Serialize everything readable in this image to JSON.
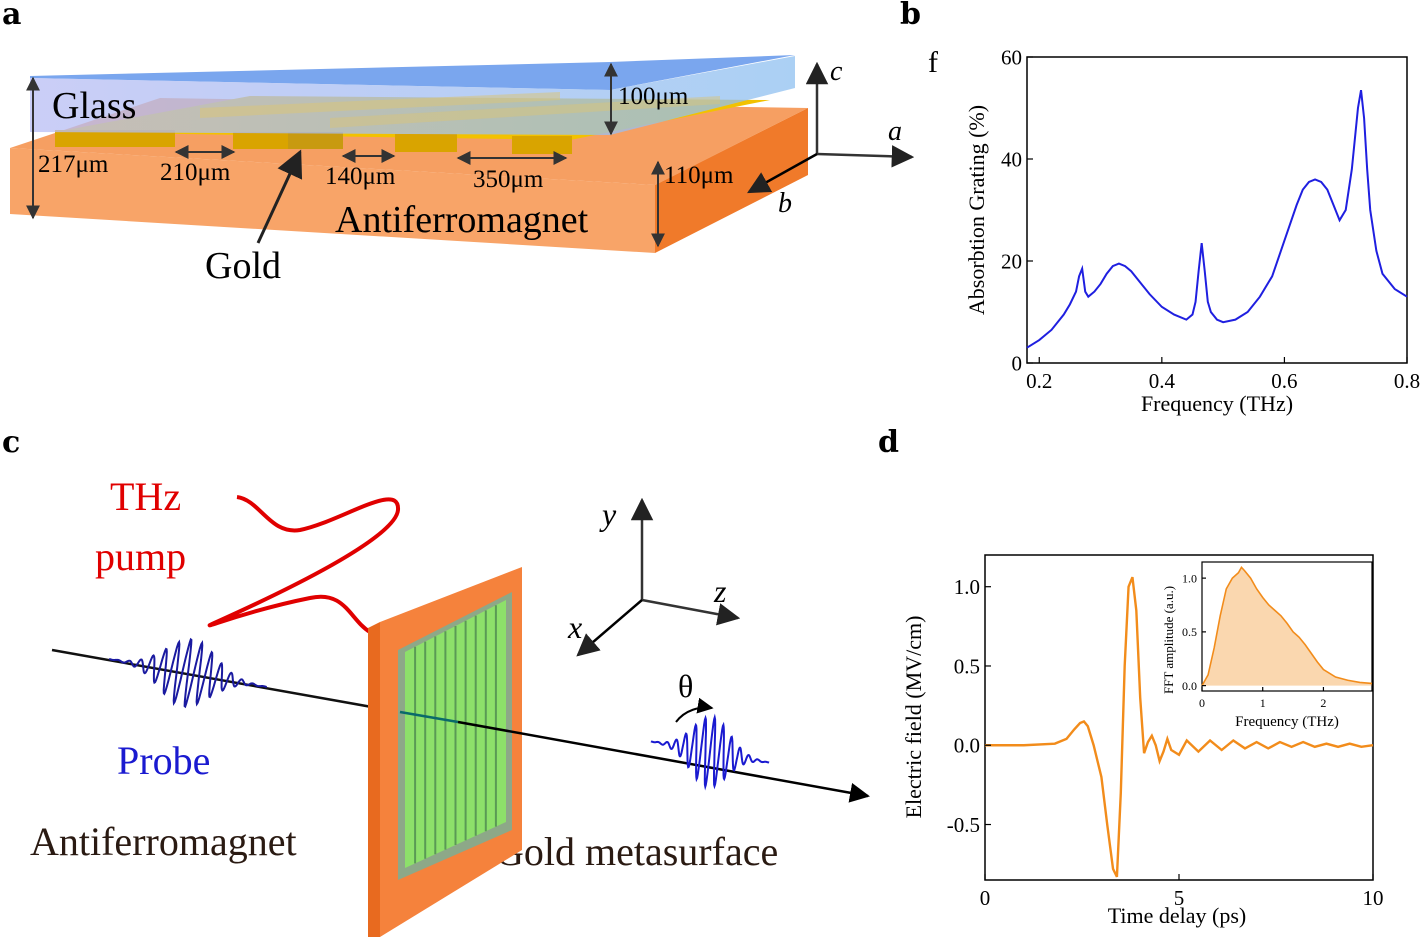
{
  "panels": {
    "a": "a",
    "b": "b",
    "c": "c",
    "d": "d"
  },
  "panel_a": {
    "glass": "Glass",
    "gold": "Gold",
    "antiferromagnet": "Antiferromagnet",
    "dim_glass": "100μm",
    "dim_total": "217μm",
    "dim_gap1": "210μm",
    "dim_strip": "140μm",
    "dim_period": "350μm",
    "dim_afm": "110μm",
    "axis_a": "a",
    "axis_b": "b",
    "axis_c": "c",
    "colors": {
      "glass": "#a9b8f0",
      "gold": "#f2c200",
      "afm": "#f79a55"
    }
  },
  "panel_c": {
    "thz_line1": "THz",
    "thz_line2": "pump",
    "probe": "Probe",
    "antiferromagnet": "Antiferromagnet",
    "gold_metasurface": "Gold metasurface",
    "theta": "θ",
    "axis_x": "x",
    "axis_y": "y",
    "axis_z": "z",
    "colors": {
      "pump": "#e00000",
      "probe": "#1a1ad0",
      "frame": "#f5823c",
      "grating": "#8de06a"
    }
  },
  "chart_data": [
    {
      "type": "line",
      "label": "f",
      "xlabel": "Frequency (THz)",
      "ylabel": "Absorbtion Grating (%)",
      "xlim": [
        0.18,
        0.8
      ],
      "ylim": [
        0,
        60
      ],
      "xticks": [
        "0.2",
        "0.4",
        "0.6",
        "0.8"
      ],
      "yticks": [
        "0",
        "20",
        "40",
        "60"
      ],
      "color": "#1f1fe0",
      "x": [
        0.18,
        0.2,
        0.22,
        0.24,
        0.25,
        0.26,
        0.265,
        0.27,
        0.275,
        0.28,
        0.29,
        0.3,
        0.31,
        0.32,
        0.33,
        0.34,
        0.35,
        0.36,
        0.37,
        0.38,
        0.4,
        0.42,
        0.44,
        0.45,
        0.455,
        0.46,
        0.465,
        0.47,
        0.475,
        0.48,
        0.49,
        0.5,
        0.52,
        0.54,
        0.56,
        0.58,
        0.6,
        0.62,
        0.63,
        0.64,
        0.65,
        0.66,
        0.67,
        0.68,
        0.69,
        0.7,
        0.71,
        0.72,
        0.725,
        0.73,
        0.735,
        0.74,
        0.75,
        0.76,
        0.78,
        0.8
      ],
      "y": [
        3,
        4.5,
        6.5,
        9.5,
        11.5,
        14,
        17,
        18.5,
        14,
        13,
        14,
        15.5,
        17.5,
        19,
        19.5,
        19,
        18,
        16.5,
        15,
        13.5,
        11,
        9.5,
        8.5,
        9.5,
        12,
        18,
        23.5,
        18,
        12,
        10,
        8.5,
        8,
        8.5,
        10,
        13,
        17,
        24,
        31,
        34,
        35.5,
        36,
        35.5,
        34,
        31,
        28,
        30,
        38,
        50,
        53.5,
        48,
        38,
        30,
        22,
        17.5,
        14.5,
        13
      ]
    },
    {
      "type": "line",
      "xlabel": "Time delay (ps)",
      "ylabel": "Electric field (MV/cm)",
      "xlim": [
        0,
        10
      ],
      "ylim": [
        -0.85,
        1.2
      ],
      "xticks": [
        "0",
        "5",
        "10"
      ],
      "yticks": [
        "-0.5",
        "0.0",
        "0.5",
        "1.0"
      ],
      "color": "#f28c1b",
      "x": [
        0,
        1,
        1.8,
        2.1,
        2.3,
        2.45,
        2.55,
        2.65,
        2.8,
        3.0,
        3.15,
        3.3,
        3.4,
        3.5,
        3.6,
        3.7,
        3.8,
        3.9,
        4.0,
        4.1,
        4.2,
        4.3,
        4.4,
        4.5,
        4.6,
        4.7,
        4.8,
        5.0,
        5.2,
        5.5,
        5.8,
        6.1,
        6.4,
        6.7,
        7.0,
        7.3,
        7.6,
        7.9,
        8.2,
        8.5,
        8.8,
        9.1,
        9.4,
        9.7,
        10
      ],
      "y": [
        0,
        0,
        0.01,
        0.04,
        0.1,
        0.14,
        0.15,
        0.12,
        0.0,
        -0.2,
        -0.5,
        -0.78,
        -0.83,
        -0.3,
        0.5,
        1.0,
        1.06,
        0.85,
        0.3,
        -0.05,
        0.02,
        0.06,
        0.0,
        -0.1,
        -0.04,
        0.04,
        -0.03,
        -0.06,
        0.03,
        -0.04,
        0.03,
        -0.03,
        0.03,
        -0.02,
        0.02,
        -0.02,
        0.02,
        -0.01,
        0.02,
        -0.01,
        0.01,
        -0.01,
        0.01,
        -0.01,
        0.0
      ]
    },
    {
      "type": "area",
      "inset": true,
      "xlabel": "Frequency (THz)",
      "ylabel": "FFT amplitude (a.u.)",
      "xlim": [
        0,
        2.8
      ],
      "ylim": [
        -0.05,
        1.15
      ],
      "xticks": [
        "0",
        "1",
        "2"
      ],
      "yticks": [
        "0.0",
        "0.5",
        "1.0"
      ],
      "color": "#f28c1b",
      "x": [
        0,
        0.1,
        0.2,
        0.3,
        0.4,
        0.5,
        0.6,
        0.65,
        0.7,
        0.8,
        0.9,
        1.0,
        1.1,
        1.2,
        1.3,
        1.4,
        1.5,
        1.6,
        1.7,
        1.8,
        1.9,
        2.0,
        2.2,
        2.4,
        2.6,
        2.8
      ],
      "y": [
        0,
        0.1,
        0.35,
        0.65,
        0.9,
        1.0,
        1.05,
        1.1,
        1.07,
        1.0,
        0.9,
        0.82,
        0.75,
        0.7,
        0.65,
        0.58,
        0.5,
        0.45,
        0.38,
        0.3,
        0.22,
        0.15,
        0.08,
        0.05,
        0.03,
        0.02
      ]
    }
  ]
}
